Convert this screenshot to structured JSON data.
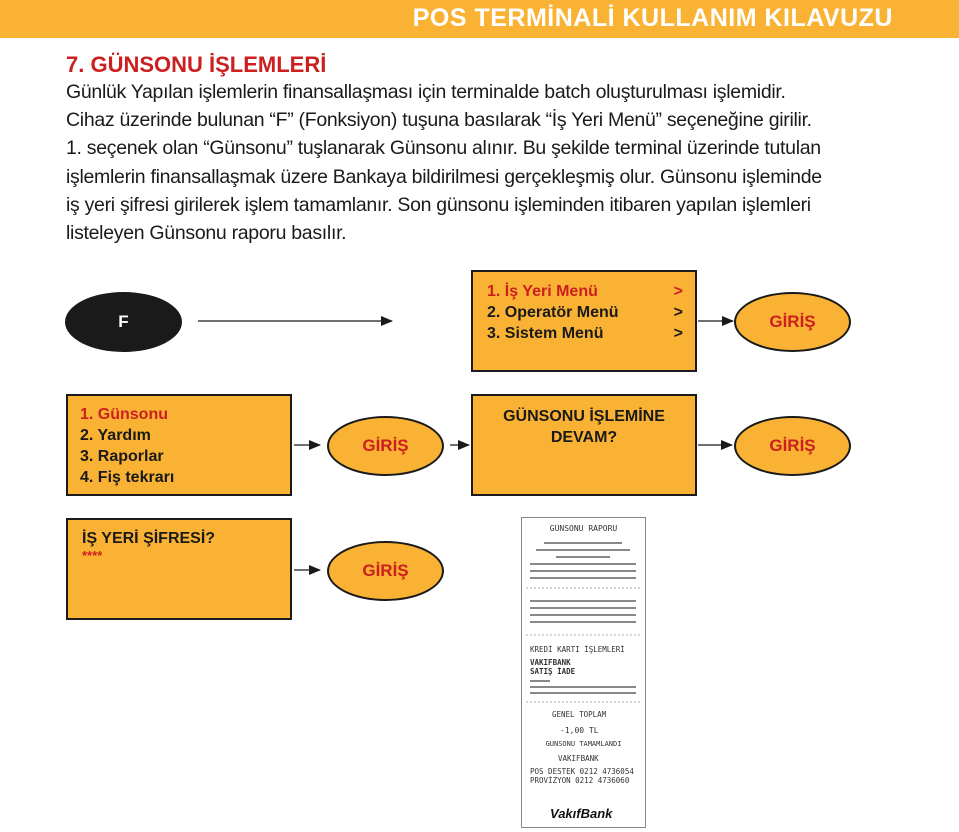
{
  "header": {
    "title": "POS TERMİNALİ KULLANIM KILAVUZU"
  },
  "section": {
    "title": "7. GÜNSONU İŞLEMLERİ",
    "lines": [
      "Günlük Yapılan işlemlerin finansallaşması için terminalde batch oluşturulması işlemidir.",
      "Cihaz üzerinde bulunan “F” (Fonksiyon) tuşuna basılarak “İş Yeri Menü” seçeneğine girilir.",
      "1. seçenek olan “Günsonu” tuşlanarak Günsonu alınır. Bu şekilde terminal üzerinde tutulan",
      "işlemlerin finansallaşmak üzere Bankaya bildirilmesi gerçekleşmiş olur. Günsonu işleminde",
      "iş yeri şifresi girilerek işlem tamamlanır. Son günsonu işleminden itibaren yapılan işlemleri",
      "listeleyen Günsonu raporu basılır."
    ]
  },
  "flow": {
    "f_key": "F",
    "main_menu": [
      {
        "label": "1. İş Yeri Menü",
        "arrow": ">"
      },
      {
        "label": "2. Operatör Menü",
        "arrow": ">"
      },
      {
        "label": "3. Sistem Menü",
        "arrow": ">"
      }
    ],
    "enter": "GİRİŞ",
    "sub_menu": [
      "1. Günsonu",
      "2. Yardım",
      "3. Raporlar",
      "4. Fiş tekrarı"
    ],
    "confirm": [
      "GÜNSONU İŞLEMİNE",
      "DEVAM?"
    ],
    "password_prompt": "İŞ YERİ ŞİFRESİ?",
    "password_mask": "****"
  },
  "receipt": {
    "title": "GÜNSONU RAPORU",
    "credit_header": "KREDİ KARTI İŞLEMLERİ",
    "bank": "VAKIFBANK",
    "trx_type": "SATIŞ İADE",
    "total_label": "GENEL TOPLAM",
    "total_value": "-1,00 TL",
    "done": "GÜNSONU TAMAMLANDI",
    "bank2": "VAKIFBANK",
    "support_label": "POS DESTEK",
    "support_phone": "0212 4736054",
    "provision_label": "PROVİZYON",
    "provision_phone": "0212 4736060",
    "logo": "VakıfBank"
  },
  "colors": {
    "orange": "#f9b233",
    "red": "#cc1f1f",
    "black": "#1a1a1a"
  }
}
